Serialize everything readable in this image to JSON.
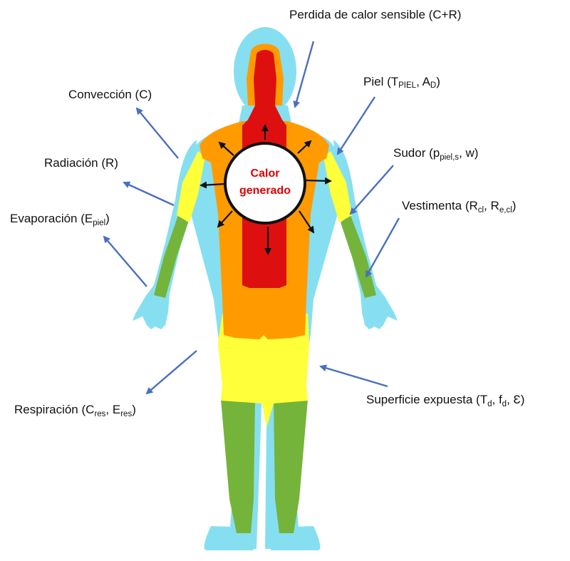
{
  "colors": {
    "skin": "#86dff0",
    "green": "#74b43a",
    "yellow": "#ffff3a",
    "orange": "#ff9b00",
    "red": "#dd0f0f",
    "arrow": "#4a6fc0",
    "center_text": "#e00000"
  },
  "center": {
    "line1": "Calor",
    "line2": "generado"
  },
  "labels": {
    "sensible": "Perdida de calor sensible (C+R)",
    "conveccion": "Convección (C)",
    "radiacion": "Radiación (R)",
    "evap_main": "Evaporación (E",
    "evap_sub": "piel",
    "evap_end": ")",
    "piel_main": "Piel (T",
    "piel_sub1": "PIEL",
    "piel_mid": ", A",
    "piel_sub2": "D",
    "piel_end": ")",
    "sudor_main": "Sudor (p",
    "sudor_sub": "piel,s",
    "sudor_end": ", w)",
    "vest_main": "Vestimenta (R",
    "vest_sub1": "cl",
    "vest_mid": ", R",
    "vest_sub2": "e,cl",
    "vest_end": ")",
    "resp_main": "Respiración (C",
    "resp_sub1": "res",
    "resp_mid": ", E",
    "resp_sub2": "res",
    "resp_end": ")",
    "sup_main": "Superficie expuesta (T",
    "sup_sub1": "d",
    "sup_mid1": ", f",
    "sup_sub2": "d",
    "sup_end": ", Ɛ)"
  }
}
